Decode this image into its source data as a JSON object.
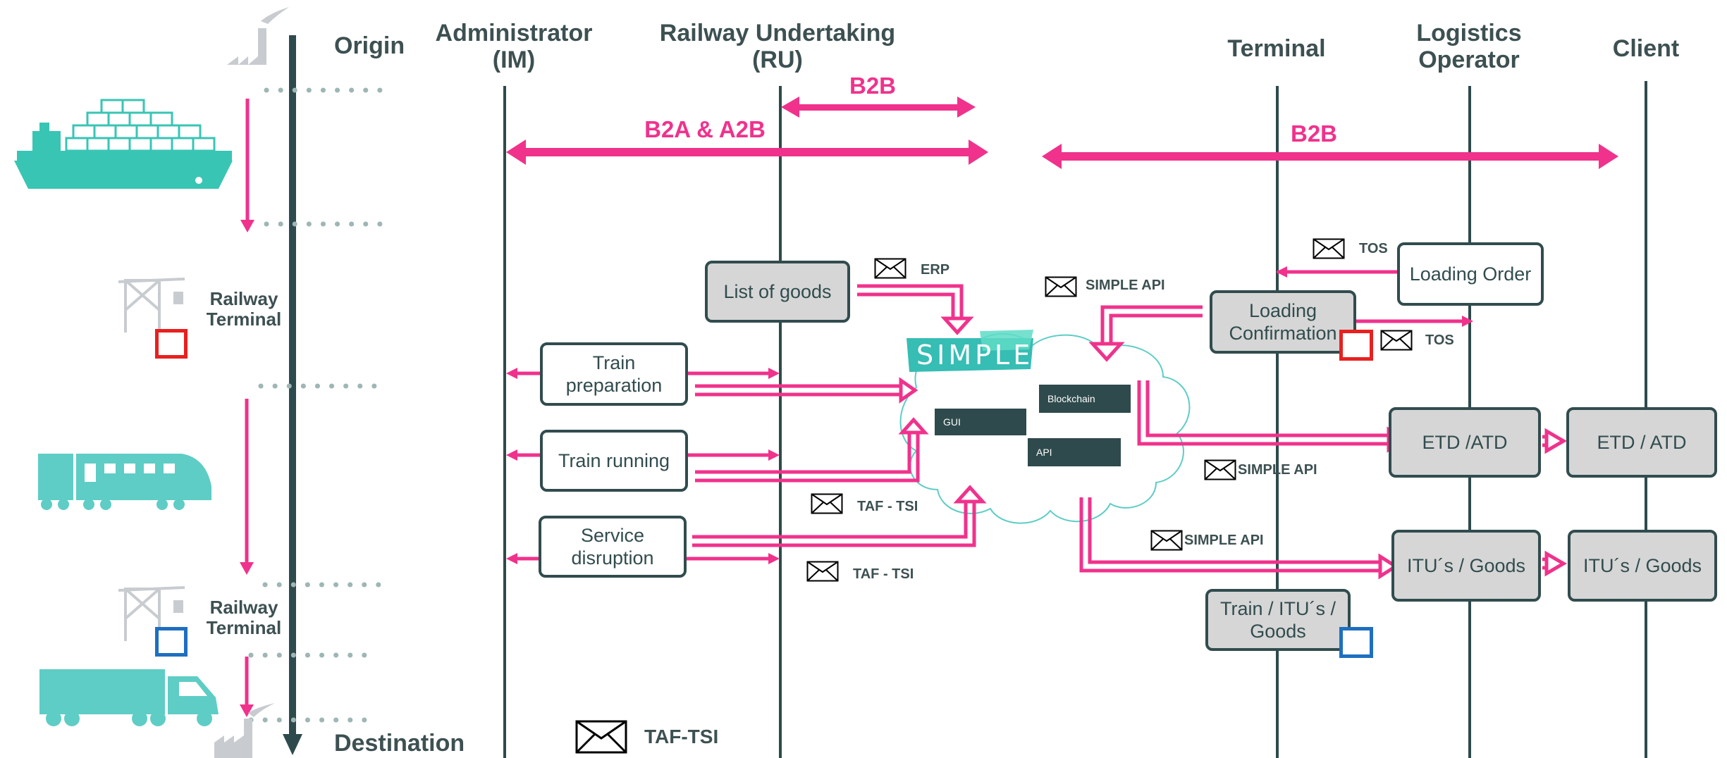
{
  "lanes": {
    "origin": "Origin",
    "destination": "Destination",
    "administrator": "Administrator\n(IM)",
    "railway_undertaking": "Railway Undertaking\n(RU)",
    "terminal": "Terminal",
    "logistics_operator": "Logistics\nOperator",
    "client": "Client"
  },
  "spans": {
    "b2b_top": "B2B",
    "b2a_a2b": "B2A & A2B",
    "b2b_right": "B2B"
  },
  "left_stops": {
    "railway_terminal_1": "Railway\nTerminal",
    "railway_terminal_2": "Railway\nTerminal"
  },
  "boxes": {
    "list_of_goods": "List of goods",
    "loading_order": "Loading Order",
    "loading_confirmation": "Loading\nConfirmation",
    "train_preparation": "Train\npreparation",
    "train_running": "Train running",
    "service_disruption": "Service\ndisruption",
    "etd_atd_lo": "ETD /ATD",
    "etd_atd_client": "ETD / ATD",
    "itus_goods_lo": "ITU´s / Goods",
    "itus_goods_client": "ITU´s / Goods",
    "train_itus_goods": "Train / ITU´s /\nGoods"
  },
  "messages": {
    "erp": "ERP",
    "simple_api_1": "SIMPLE API",
    "tos_1": "TOS",
    "tos_2": "TOS",
    "simple_api_2": "SIMPLE API",
    "simple_api_3": "SIMPLE API",
    "taf_tsi_1": "TAF - TSI",
    "taf_tsi_2": "TAF - TSI",
    "legend_taf_tsi": "TAF-TSI"
  },
  "platform": {
    "logo": "SIMPLE",
    "blockchain": "Blockchain",
    "gui": "GUI",
    "api": "API"
  },
  "colors": {
    "pink": "#f0328c",
    "dark_teal": "#2e4a4c",
    "teal": "#5ecdc5",
    "text": "#3d5052",
    "red_marker": "#e8201f",
    "blue_marker": "#1e6fc1",
    "grey_icon": "#c8ccd0"
  }
}
